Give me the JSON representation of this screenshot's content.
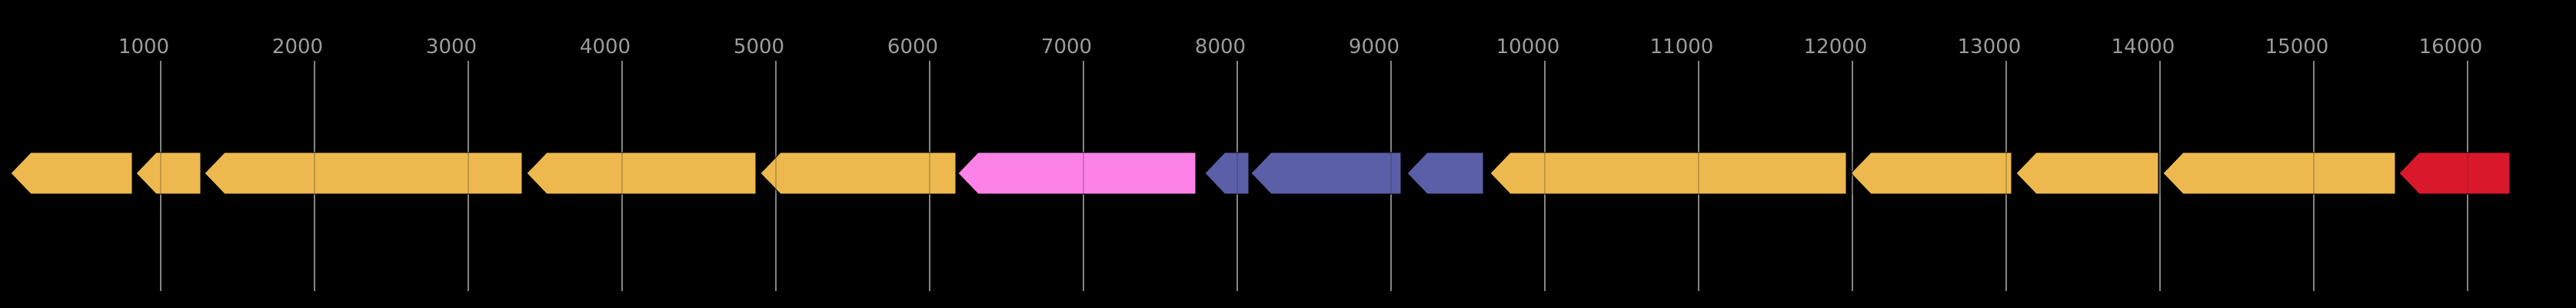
{
  "figure": {
    "background": "#000000",
    "axis": {
      "unit_min": -45,
      "unit_max": 16705,
      "tick_label_color": "#9c9c9c",
      "gridline_color": "#848484"
    },
    "palette": {
      "gold": "#edb94e",
      "pink": "#fc82e8",
      "blue": "#5a5fa8",
      "red": "#d9182b"
    }
  },
  "chart_data": {
    "type": "gene-map",
    "title": "",
    "orientation": "horizontal",
    "x_range": [
      0,
      16705
    ],
    "grid": true,
    "ticks": [
      1000,
      2000,
      3000,
      4000,
      5000,
      6000,
      7000,
      8000,
      9000,
      10000,
      11000,
      12000,
      13000,
      14000,
      15000,
      16000
    ],
    "features": [
      {
        "start": 25,
        "end": 815,
        "strand": -1,
        "color": "gold"
      },
      {
        "start": 840,
        "end": 1260,
        "strand": -1,
        "color": "gold"
      },
      {
        "start": 1285,
        "end": 3350,
        "strand": -1,
        "color": "gold"
      },
      {
        "start": 3380,
        "end": 4870,
        "strand": -1,
        "color": "gold"
      },
      {
        "start": 4900,
        "end": 6170,
        "strand": -1,
        "color": "gold"
      },
      {
        "start": 6185,
        "end": 7730,
        "strand": -1,
        "color": "pink"
      },
      {
        "start": 7790,
        "end": 8075,
        "strand": -1,
        "color": "blue"
      },
      {
        "start": 8090,
        "end": 9065,
        "strand": -1,
        "color": "blue"
      },
      {
        "start": 9105,
        "end": 9600,
        "strand": -1,
        "color": "blue"
      },
      {
        "start": 9645,
        "end": 11960,
        "strand": -1,
        "color": "gold"
      },
      {
        "start": 11990,
        "end": 13035,
        "strand": -1,
        "color": "gold"
      },
      {
        "start": 13065,
        "end": 13990,
        "strand": -1,
        "color": "gold"
      },
      {
        "start": 14020,
        "end": 15530,
        "strand": -1,
        "color": "gold"
      },
      {
        "start": 15555,
        "end": 16275,
        "strand": -1,
        "color": "red"
      }
    ]
  }
}
